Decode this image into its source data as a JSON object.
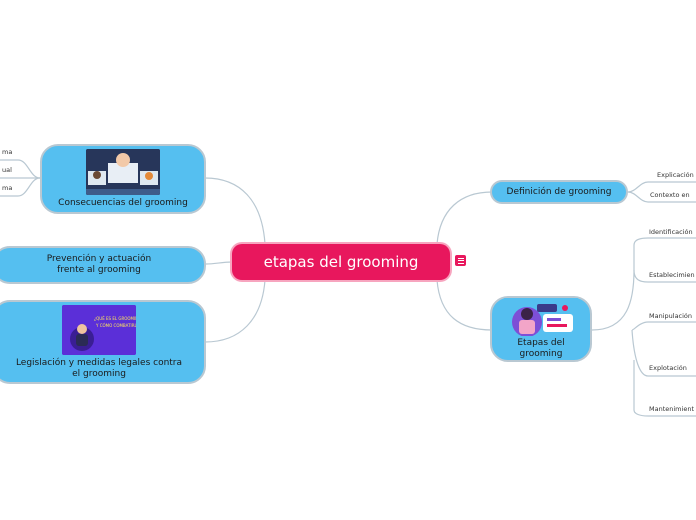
{
  "central": {
    "title": "etapas del grooming"
  },
  "left": {
    "consecuencias": {
      "label": "Consecuencias del grooming",
      "leaves": [
        "ma",
        "ual",
        "ma"
      ]
    },
    "prevencion": {
      "label": "Prevención y actuación frente al grooming"
    },
    "legislacion": {
      "label": "Legislación y medidas legales contra el grooming",
      "image_text": "¿QUÉ ES EL GROOMING Y CÓMO COMBATIRLO?"
    }
  },
  "right": {
    "definicion": {
      "label": "Definición de grooming",
      "leaves": [
        "Explicación",
        "Contexto en"
      ]
    },
    "etapas": {
      "label": "Etapas del grooming",
      "leaves": [
        "Identificación",
        "Establecimien",
        "Manipulación",
        "Explotación",
        "Mantenimient"
      ]
    }
  },
  "colors": {
    "topic": "#55bff0",
    "central": "#e8175d",
    "line": "#b9c8d2"
  }
}
